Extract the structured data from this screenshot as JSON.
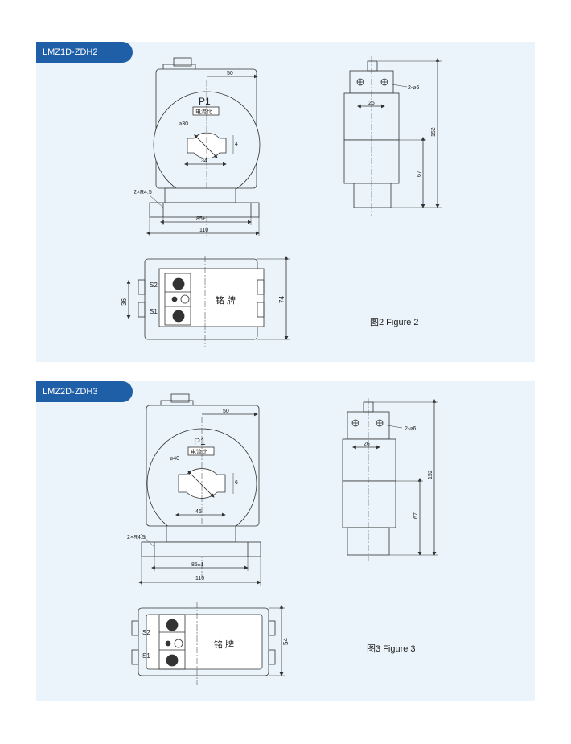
{
  "sections": [
    {
      "model": "LMZ1D-ZDH2",
      "caption": "图2 Figure 2",
      "front": {
        "p1": "P1",
        "ratio": "电流比",
        "bore": "⌀30",
        "slot": "4",
        "slot_width": "34",
        "top_dim": "50",
        "radius": "2×R4.5",
        "hole_spacing": "85±1",
        "base_width": "110"
      },
      "side": {
        "holes": "2-⌀6",
        "hole_dim": "26",
        "height": "152",
        "lower_height": "67"
      },
      "bottom": {
        "s2": "S2",
        "s1": "S1",
        "nameplate": "铭 牌",
        "term_spacing": "36",
        "depth": "74"
      }
    },
    {
      "model": "LMZ2D-ZDH3",
      "caption": "图3 Figure 3",
      "front": {
        "p1": "P1",
        "ratio": "电流比",
        "bore": "⌀40",
        "slot": "6",
        "slot_width": "46",
        "top_dim": "50",
        "radius": "2×R4.5",
        "hole_spacing": "85±1",
        "base_width": "110"
      },
      "side": {
        "holes": "2-⌀6",
        "hole_dim": "26",
        "height": "152",
        "lower_height": "67"
      },
      "bottom": {
        "s2": "S2",
        "s1": "S1",
        "nameplate": "铭 牌",
        "depth": "54"
      }
    }
  ],
  "colors": {
    "panel": "#eaf4fa",
    "tab": "#1f5fa8",
    "line": "#333333"
  }
}
